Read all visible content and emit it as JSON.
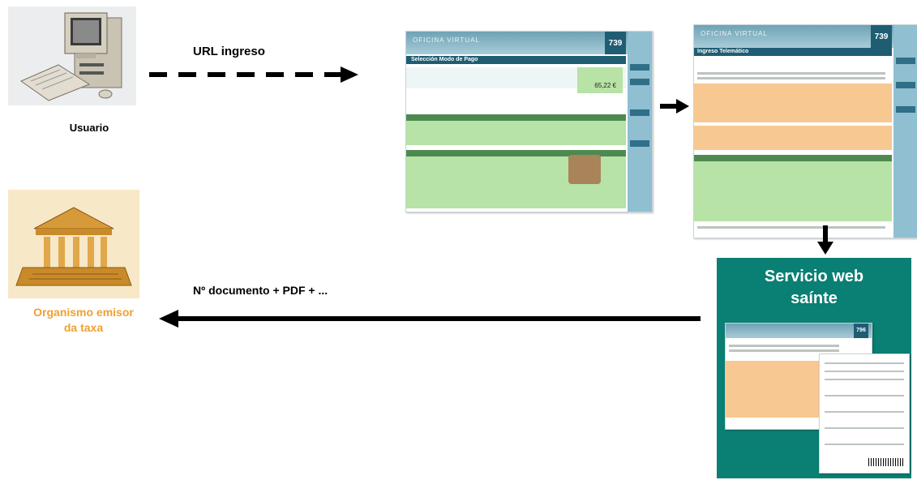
{
  "labels": {
    "user": "Usuario",
    "url_ingreso": "URL ingreso",
    "documento": "Nº documento + PDF + ...",
    "organismo_line1": "Organismo emisor",
    "organismo_line2": "da taxa",
    "servicio_line1": "Servicio web",
    "servicio_line2": "saínte"
  },
  "screens": {
    "left": {
      "brand": "OFICINA VIRTUAL",
      "code": "739",
      "title": "Selección Modo de Pago",
      "amount": "65,22 €"
    },
    "right": {
      "brand": "OFICINA VIRTUAL",
      "code": "739",
      "title": "Ingreso Telemático"
    }
  },
  "icons": {
    "user": "computer-user-icon",
    "organism": "government-building-icon"
  },
  "colors": {
    "servicio_bg": "#0a7f73",
    "organismo_text": "#f0a030",
    "arrow": "#000000"
  }
}
